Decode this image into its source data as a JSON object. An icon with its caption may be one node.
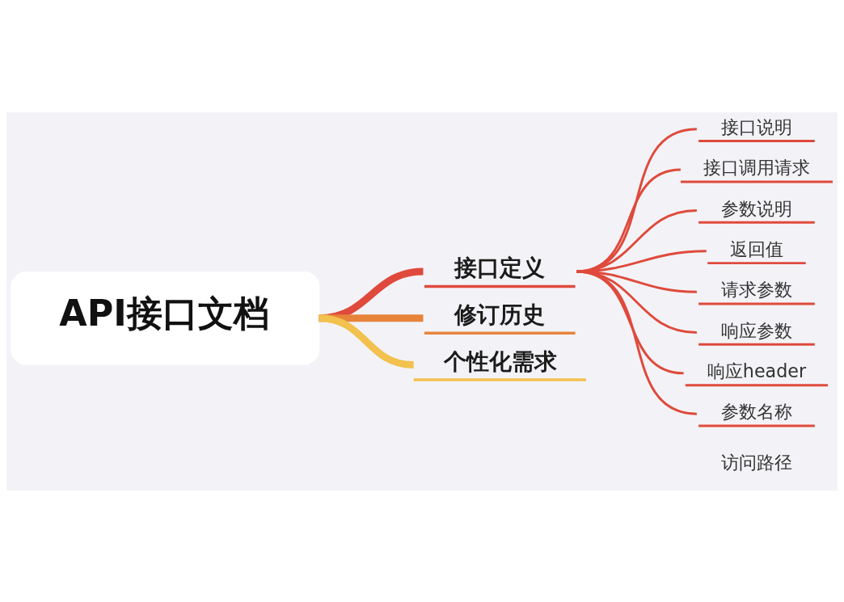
{
  "diagram": {
    "nodes": [
      {
        "text": [
          "API接口文档"
        ]
      },
      {
        "text": [
          "接口定义"
        ]
      },
      {
        "text": [
          "修订历史"
        ]
      },
      {
        "text": [
          "个性化需求"
        ]
      },
      {
        "text": [
          "接口说明"
        ]
      },
      {
        "text": [
          "接口调用请求"
        ]
      },
      {
        "text": [
          "参数说明"
        ]
      },
      {
        "text": [
          "返回值"
        ]
      },
      {
        "text": [
          "请求参数"
        ]
      },
      {
        "text": [
          "响应参数"
        ]
      },
      {
        "text": [
          "响应header"
        ]
      },
      {
        "text": [
          "参数名称"
        ]
      }
    ],
    "edges": [
      {
        "from": 0,
        "to": 1,
        "arrow": "none",
        "style": "thick"
      },
      {
        "from": 0,
        "to": 2,
        "arrow": "none",
        "style": "thick",
        "color": "#e8843a"
      },
      {
        "from": 0,
        "to": 3,
        "arrow": "none",
        "style": "thick",
        "color": "#f2c14e"
      },
      {
        "from": 1,
        "to": 4,
        "arrow": "none"
      },
      {
        "from": 1,
        "to": 5,
        "arrow": "none"
      },
      {
        "from": 1,
        "to": 6,
        "arrow": "none"
      },
      {
        "from": 1,
        "to": 7,
        "arrow": "none"
      },
      {
        "from": 1,
        "to": 8,
        "arrow": "none"
      },
      {
        "from": 1,
        "to": 9,
        "arrow": "none"
      },
      {
        "from": 1,
        "to": 10,
        "arrow": "none"
      },
      {
        "from": 1,
        "to": 11,
        "arrow": "none"
      }
    ],
    "labels": [
      "访问路径"
    ]
  }
}
